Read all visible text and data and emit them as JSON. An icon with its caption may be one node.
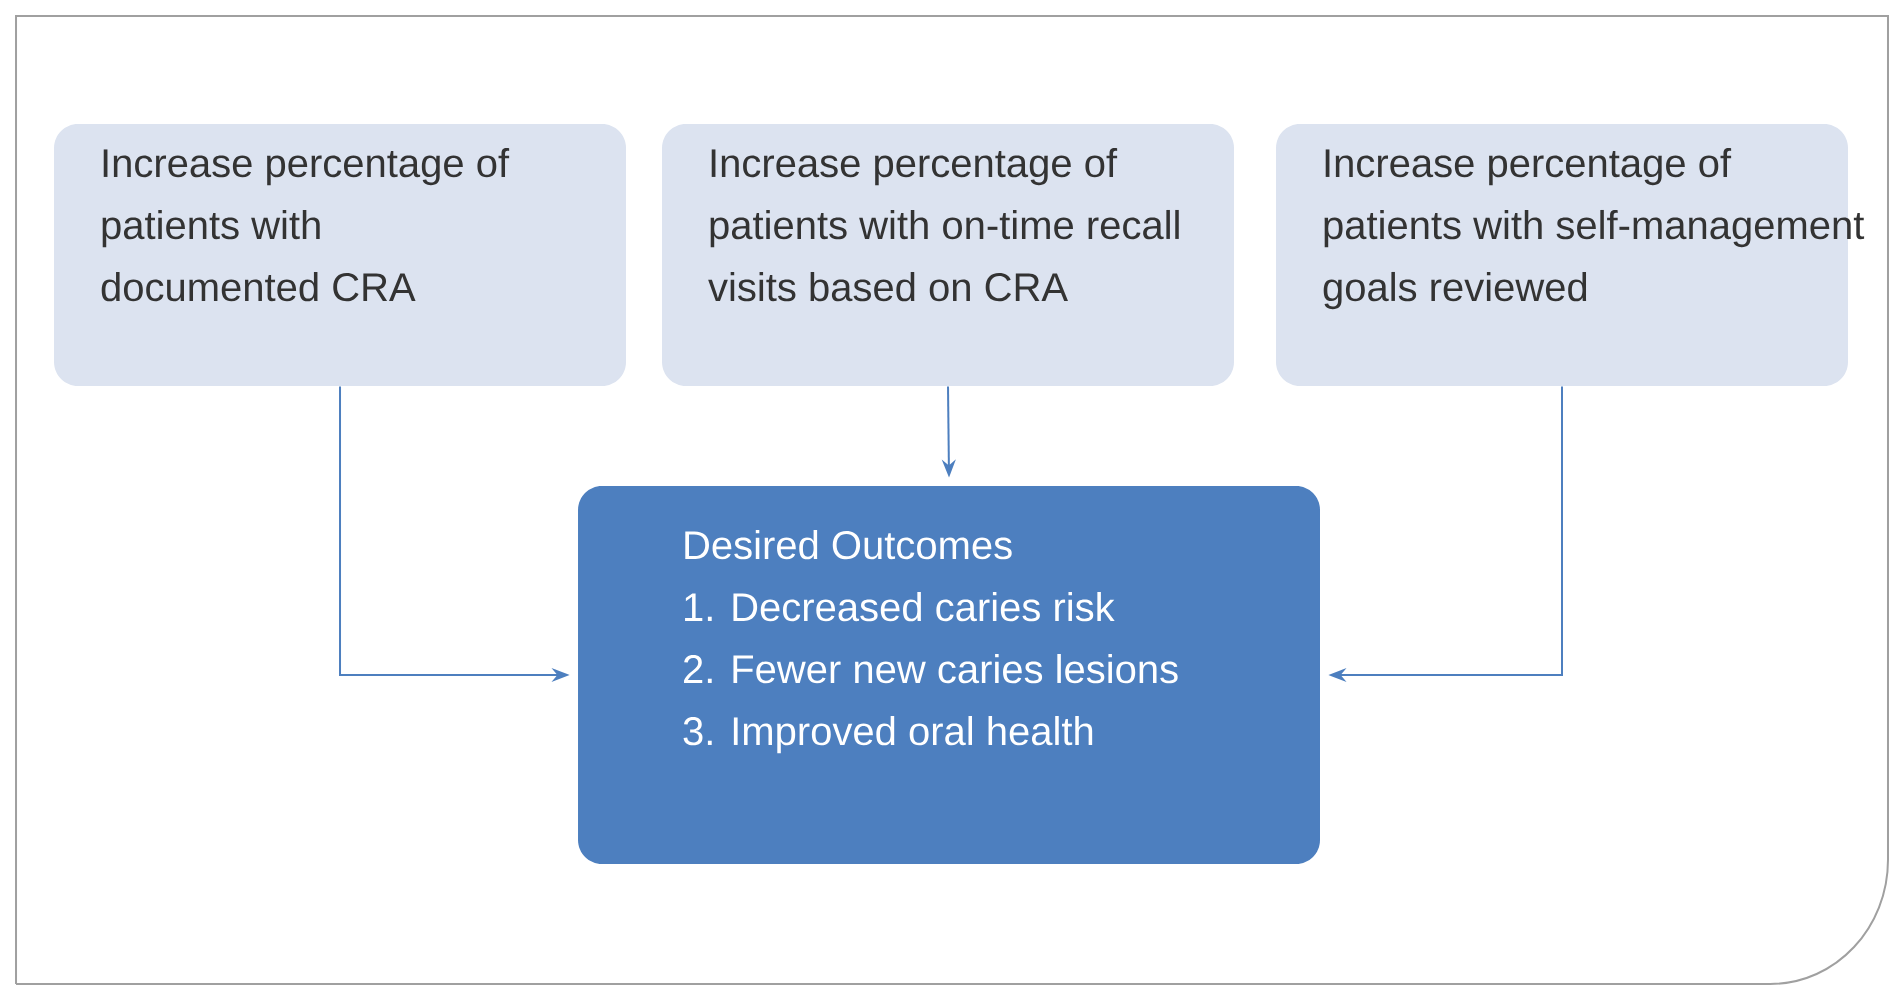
{
  "diagram": {
    "nodes": [
      {
        "text": [
          "Increase percentage of patients with documented CRA"
        ]
      },
      {
        "text": [
          "Increase percentage of patients with on-time recall visits based on CRA"
        ]
      },
      {
        "text": [
          "Increase percentage of patients with self-management goals reviewed"
        ]
      },
      {
        "text": [
          "Desired Outcomes",
          "1. Decreased caries risk",
          "2. Fewer new caries lesions",
          "3. Improved oral health"
        ]
      }
    ],
    "edges": [
      {
        "from": 0,
        "to": 3,
        "arrow": "to"
      },
      {
        "from": 1,
        "to": 3,
        "arrow": "to"
      },
      {
        "from": 2,
        "to": 3,
        "arrow": "to"
      }
    ]
  }
}
